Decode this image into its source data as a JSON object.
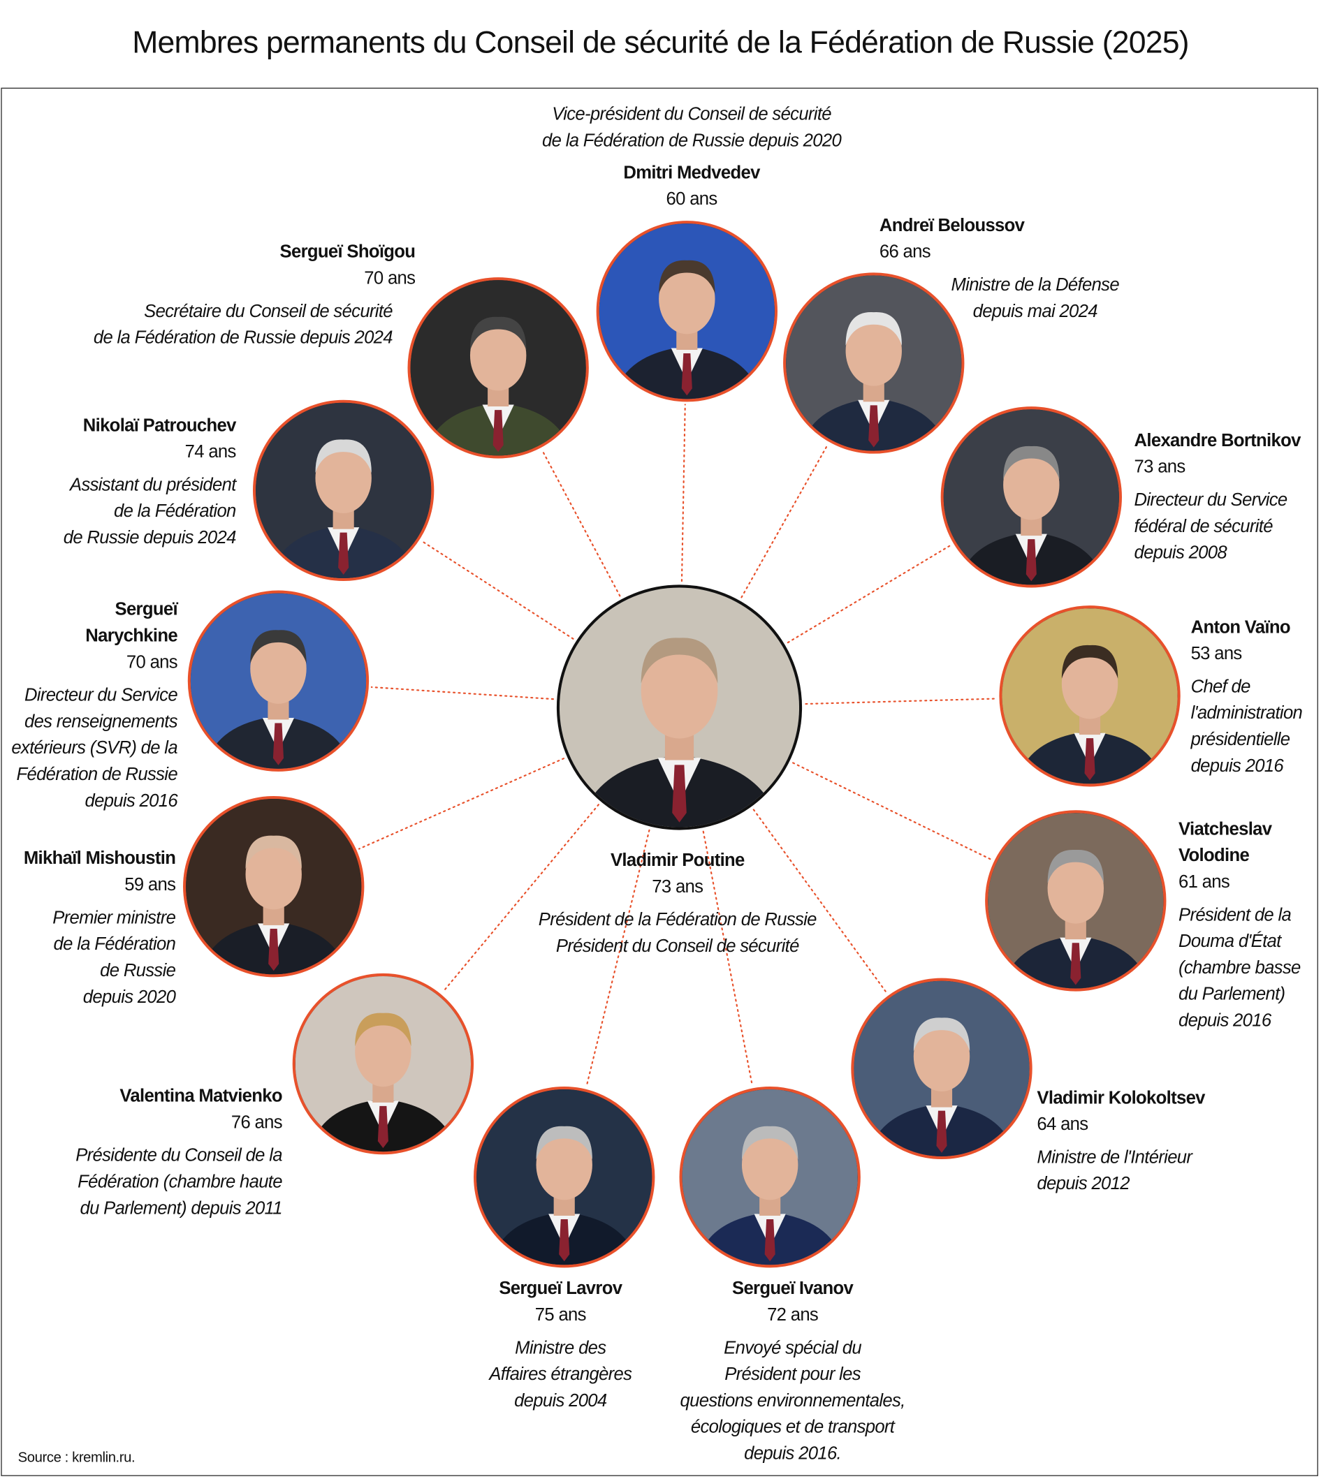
{
  "title": "Membres permanents du Conseil de sécurité de la Fédération de Russie (2025)",
  "source": "Source : kremlin.ru.",
  "colors": {
    "ring": "#e8512b",
    "center_ring": "#111111",
    "connector": "#e8512b"
  },
  "center": {
    "name": [
      "Vladimir Poutine"
    ],
    "age": "73 ans",
    "role": [
      "Président de la Fédération de Russie",
      "Président du Conseil de sécurité"
    ]
  },
  "members": [
    {
      "id": "medvedev",
      "name": [
        "Dmitri Medvedev"
      ],
      "age": "60 ans",
      "role": [
        "Vice-président du Conseil de sécurité",
        "de la Fédération de Russie depuis 2020"
      ]
    },
    {
      "id": "shoigu",
      "name": [
        "Sergueï Shoïgou"
      ],
      "age": "70 ans",
      "role": [
        "Secrétaire du Conseil de sécurité",
        "de la Fédération de Russie depuis 2024"
      ]
    },
    {
      "id": "beloussov",
      "name": [
        "Andreï Beloussov"
      ],
      "age": "66 ans",
      "role": [
        "Ministre de la Défense",
        "depuis mai 2024"
      ]
    },
    {
      "id": "patrouchev",
      "name": [
        "Nikolaï Patrouchev"
      ],
      "age": "74 ans",
      "role": [
        "Assistant du président",
        "de la Fédération",
        "de Russie depuis 2024"
      ]
    },
    {
      "id": "bortnikov",
      "name": [
        "Alexandre Bortnikov"
      ],
      "age": "73 ans",
      "role": [
        "Directeur du Service",
        "fédéral de sécurité",
        "depuis 2008"
      ]
    },
    {
      "id": "narychkine",
      "name": [
        "Sergueï",
        "Narychkine"
      ],
      "age": "70 ans",
      "role": [
        "Directeur du Service",
        "des renseignements",
        "extérieurs (SVR) de la",
        "Fédération de Russie",
        "depuis 2016"
      ]
    },
    {
      "id": "vaino",
      "name": [
        "Anton Vaïno"
      ],
      "age": "53 ans",
      "role": [
        "Chef de",
        "l'administration",
        "présidentielle",
        "depuis 2016"
      ]
    },
    {
      "id": "mishoustin",
      "name": [
        "Mikhaïl Mishoustin"
      ],
      "age": "59 ans",
      "role": [
        "Premier ministre",
        "de la Fédération",
        "de Russie",
        "depuis 2020"
      ]
    },
    {
      "id": "volodine",
      "name": [
        "Viatcheslav",
        "Volodine"
      ],
      "age": "61 ans",
      "role": [
        "Président de la",
        "Douma d'État",
        "(chambre basse",
        "du Parlement)",
        "depuis 2016"
      ]
    },
    {
      "id": "matvienko",
      "name": [
        "Valentina Matvienko"
      ],
      "age": "76 ans",
      "role": [
        "Présidente du Conseil de la",
        "Fédération (chambre haute",
        "du Parlement) depuis 2011"
      ]
    },
    {
      "id": "kolokoltsev",
      "name": [
        "Vladimir Kolokoltsev"
      ],
      "age": "64 ans",
      "role": [
        "Ministre de l'Intérieur",
        "depuis 2012"
      ]
    },
    {
      "id": "lavrov",
      "name": [
        "Sergueï Lavrov"
      ],
      "age": "75 ans",
      "role": [
        "Ministre des",
        "Affaires étrangères",
        "depuis 2004"
      ]
    },
    {
      "id": "ivanov",
      "name": [
        "Sergueï Ivanov"
      ],
      "age": "72 ans",
      "role": [
        "Envoyé spécial du",
        "Président pour les",
        "questions environnementales,",
        "écologiques et de transport",
        "depuis 2016."
      ]
    }
  ]
}
